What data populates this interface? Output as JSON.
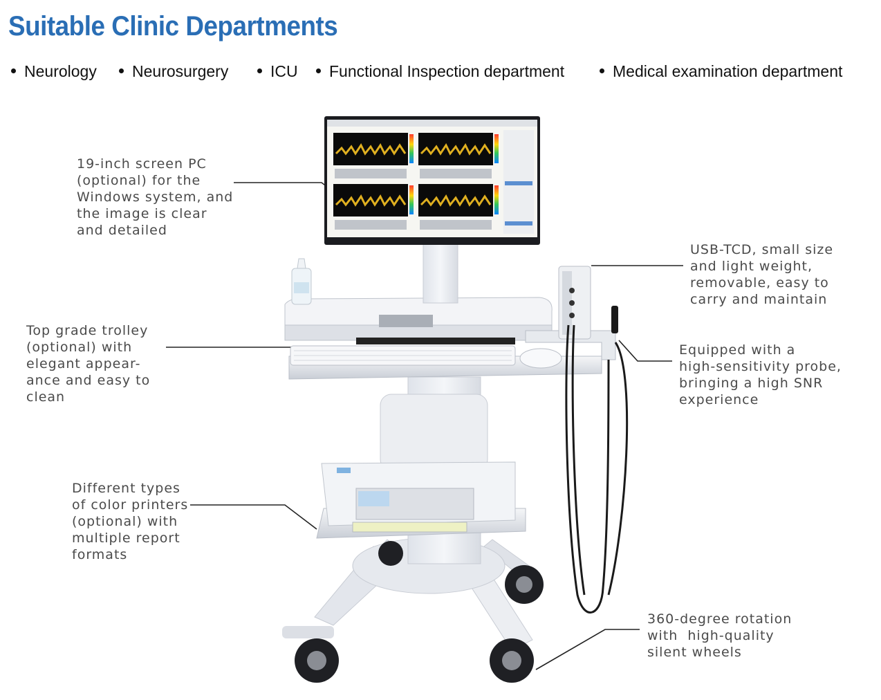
{
  "title": "Suitable Clinic Departments",
  "departments": [
    "Neurology",
    "Neurosurgery",
    "ICU",
    "Functional Inspection department",
    "Medical examination department"
  ],
  "callouts": {
    "screen": "19-inch screen PC\n(optional) for the\nWindows system, and\nthe image is clear\nand detailed",
    "tcd": "USB-TCD, small size\nand light weight,\nremovable, easy to\ncarry and maintain",
    "trolley": "Top grade trolley\n(optional) with\nelegant appear-\nance and easy to\nclean",
    "probe": "Equipped with a\nhigh-sensitivity probe,\nbringing a high SNR\nexperience",
    "printer": "Different types\nof color printers\n(optional) with\nmultiple report\nformats",
    "wheels": "360-degree rotation\nwith  high-quality\nsilent wheels"
  },
  "colors": {
    "title": "#2a6eb5",
    "text": "#111111",
    "callout_text": "#4a4a4a",
    "device_body": "#eef0f4"
  }
}
